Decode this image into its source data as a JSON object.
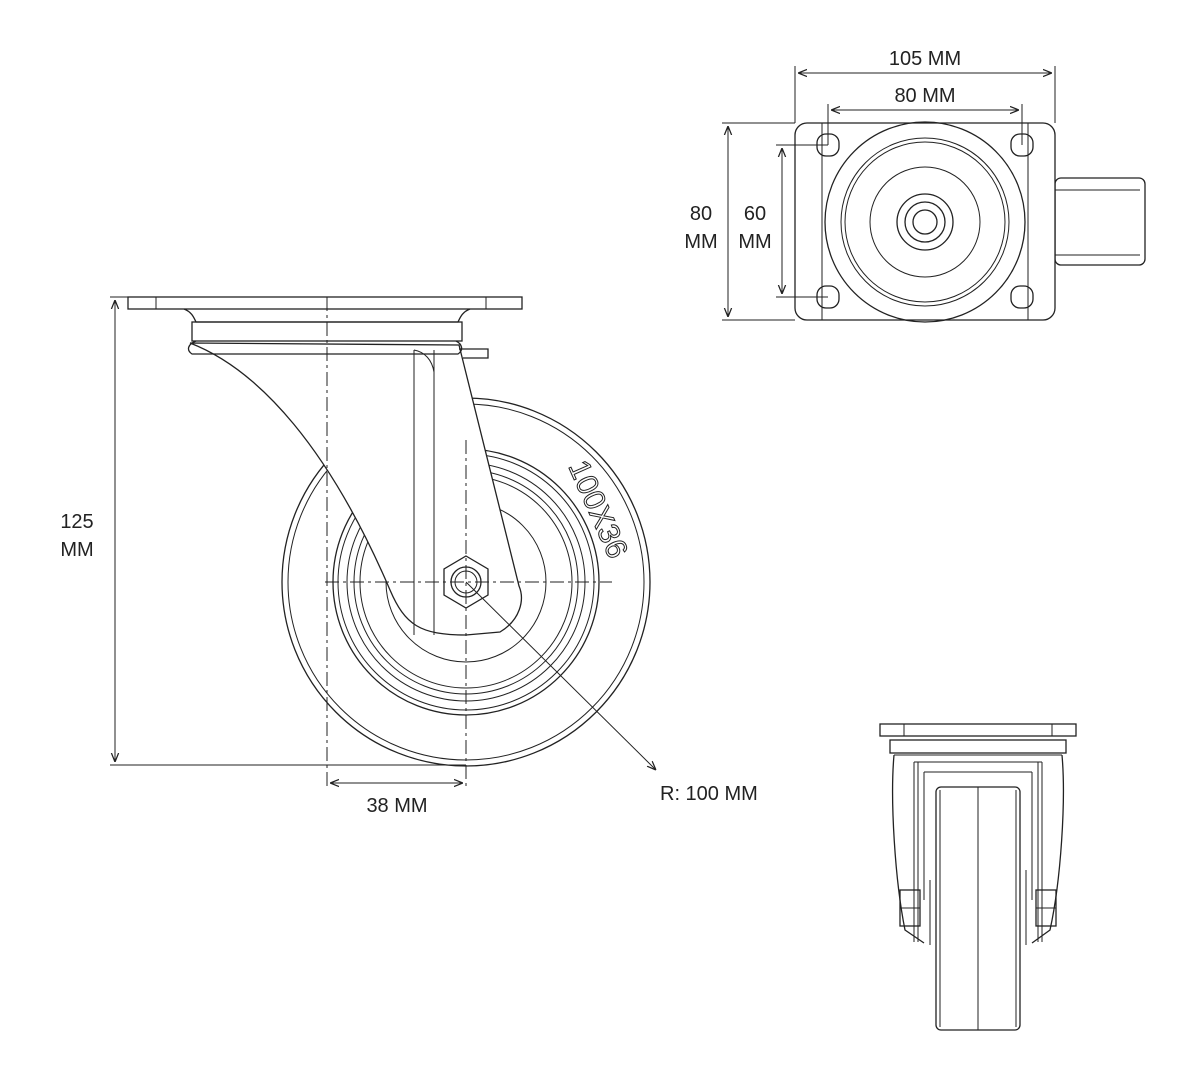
{
  "title": "Swivel caster dimension drawing",
  "side_view": {
    "height_label_line1": "125",
    "height_label_line2": "MM",
    "offset_label": "38 MM",
    "radius_label": "R: 100 MM",
    "wheel_marking": "100X36"
  },
  "top_view": {
    "plate_width_label": "105 MM",
    "hole_spacing_width_label": "80 MM",
    "plate_depth_label_line1": "80",
    "plate_depth_label_line2": "MM",
    "hole_spacing_depth_label_line1": "60",
    "hole_spacing_depth_label_line2": "MM"
  },
  "colors": {
    "line": "#222222",
    "background": "#ffffff"
  }
}
